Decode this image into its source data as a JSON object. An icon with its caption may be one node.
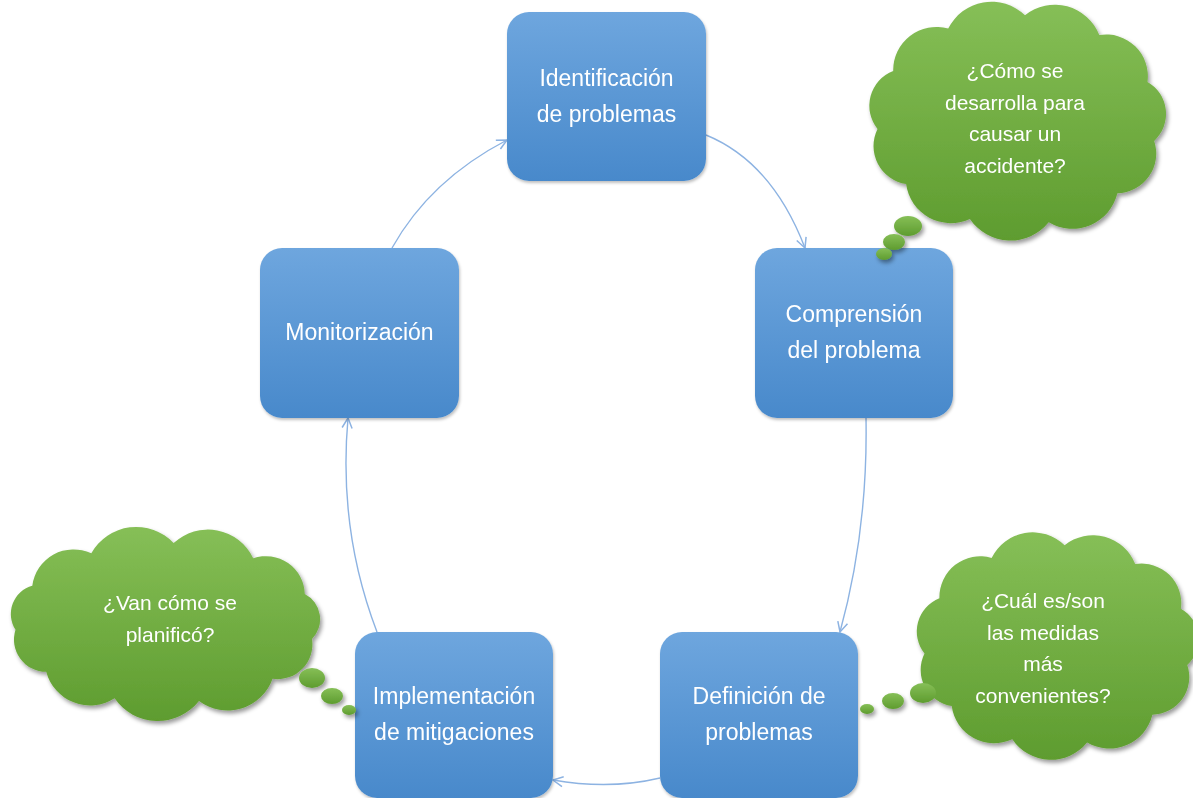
{
  "diagram": {
    "nodes": [
      {
        "text": [
          "Identificación de problemas"
        ]
      },
      {
        "text": [
          "Comprensión del problema"
        ]
      },
      {
        "text": [
          "Definición de problemas"
        ]
      },
      {
        "text": [
          "Implementación de mitigaciones"
        ]
      },
      {
        "text": [
          "Monitorización"
        ]
      },
      {
        "text": [
          "¿Cómo se desarrolla para causar un accidente?"
        ]
      },
      {
        "text": [
          "¿Cuál es/son las medidas más convenientes?"
        ]
      },
      {
        "text": [
          "¿Van cómo se planificó?"
        ]
      }
    ],
    "edges": [
      {
        "from": 0,
        "to": 1,
        "arrow": "to"
      },
      {
        "from": 1,
        "to": 2,
        "arrow": "to"
      },
      {
        "from": 2,
        "to": 3,
        "arrow": "to"
      },
      {
        "from": 3,
        "to": 4,
        "arrow": "to"
      },
      {
        "from": 4,
        "to": 0,
        "arrow": "to"
      }
    ]
  }
}
